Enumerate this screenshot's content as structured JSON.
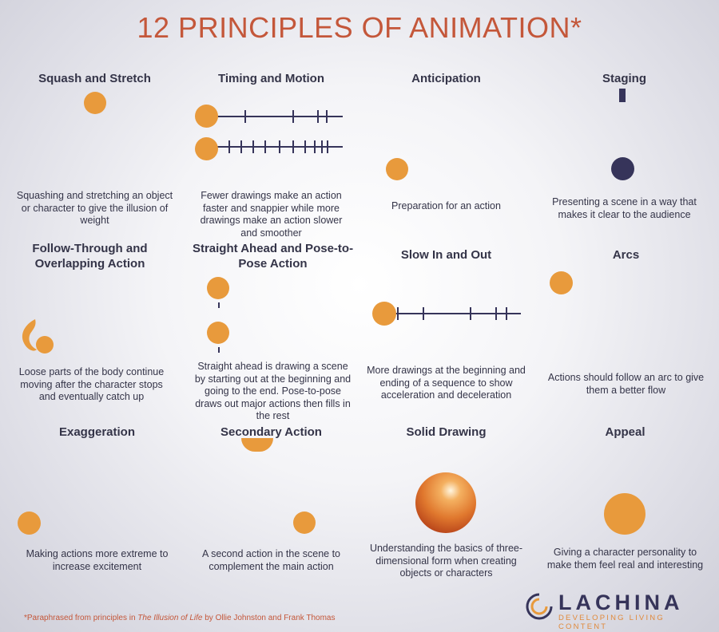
{
  "title": "12 PRINCIPLES OF ANIMATION*",
  "principles": [
    {
      "heading": "Squash and Stretch",
      "desc": "Squashing and stretching an object or character to give the illusion of weight"
    },
    {
      "heading": "Timing and Motion",
      "desc": "Fewer drawings make an action faster and snappier while more drawings make an action slower and smoother"
    },
    {
      "heading": "Anticipation",
      "desc": "Preparation for an action"
    },
    {
      "heading": "Staging",
      "desc": "Presenting a scene in a way that makes it clear to the audience"
    },
    {
      "heading": "Follow-Through and Overlapping Action",
      "desc": "Loose parts of the body continue moving after the character stops and eventually catch up"
    },
    {
      "heading": "Straight Ahead and Pose-to-Pose Action",
      "desc": "Straight ahead is drawing a scene by starting out at the beginning and going to the end. Pose-to-pose draws out major actions then fills in the rest"
    },
    {
      "heading": "Slow In and Out",
      "desc": "More drawings at the beginning and ending of a sequence to show acceleration and deceleration"
    },
    {
      "heading": "Arcs",
      "desc": "Actions should follow an arc to give them a better flow"
    },
    {
      "heading": "Exaggeration",
      "desc": "Making actions more extreme to increase excitement"
    },
    {
      "heading": "Secondary Action",
      "desc": "A second action in the scene to complement the main action"
    },
    {
      "heading": "Solid Drawing",
      "desc": "Understanding the basics of three-dimensional form when creating objects or characters"
    },
    {
      "heading": "Appeal",
      "desc": "Giving a character personality to make them feel real and interesting"
    }
  ],
  "footnote": {
    "prefix": "*Paraphrased from principles in ",
    "book": "The Illusion of Life",
    "suffix": " by Ollie Johnston and Frank Thomas"
  },
  "logo": {
    "name": "LACHINA",
    "tagline": "DEVELOPING LIVING CONTENT"
  },
  "colors": {
    "accent": "#e89a3c",
    "navy": "#36345a",
    "title": "#c4573a"
  }
}
